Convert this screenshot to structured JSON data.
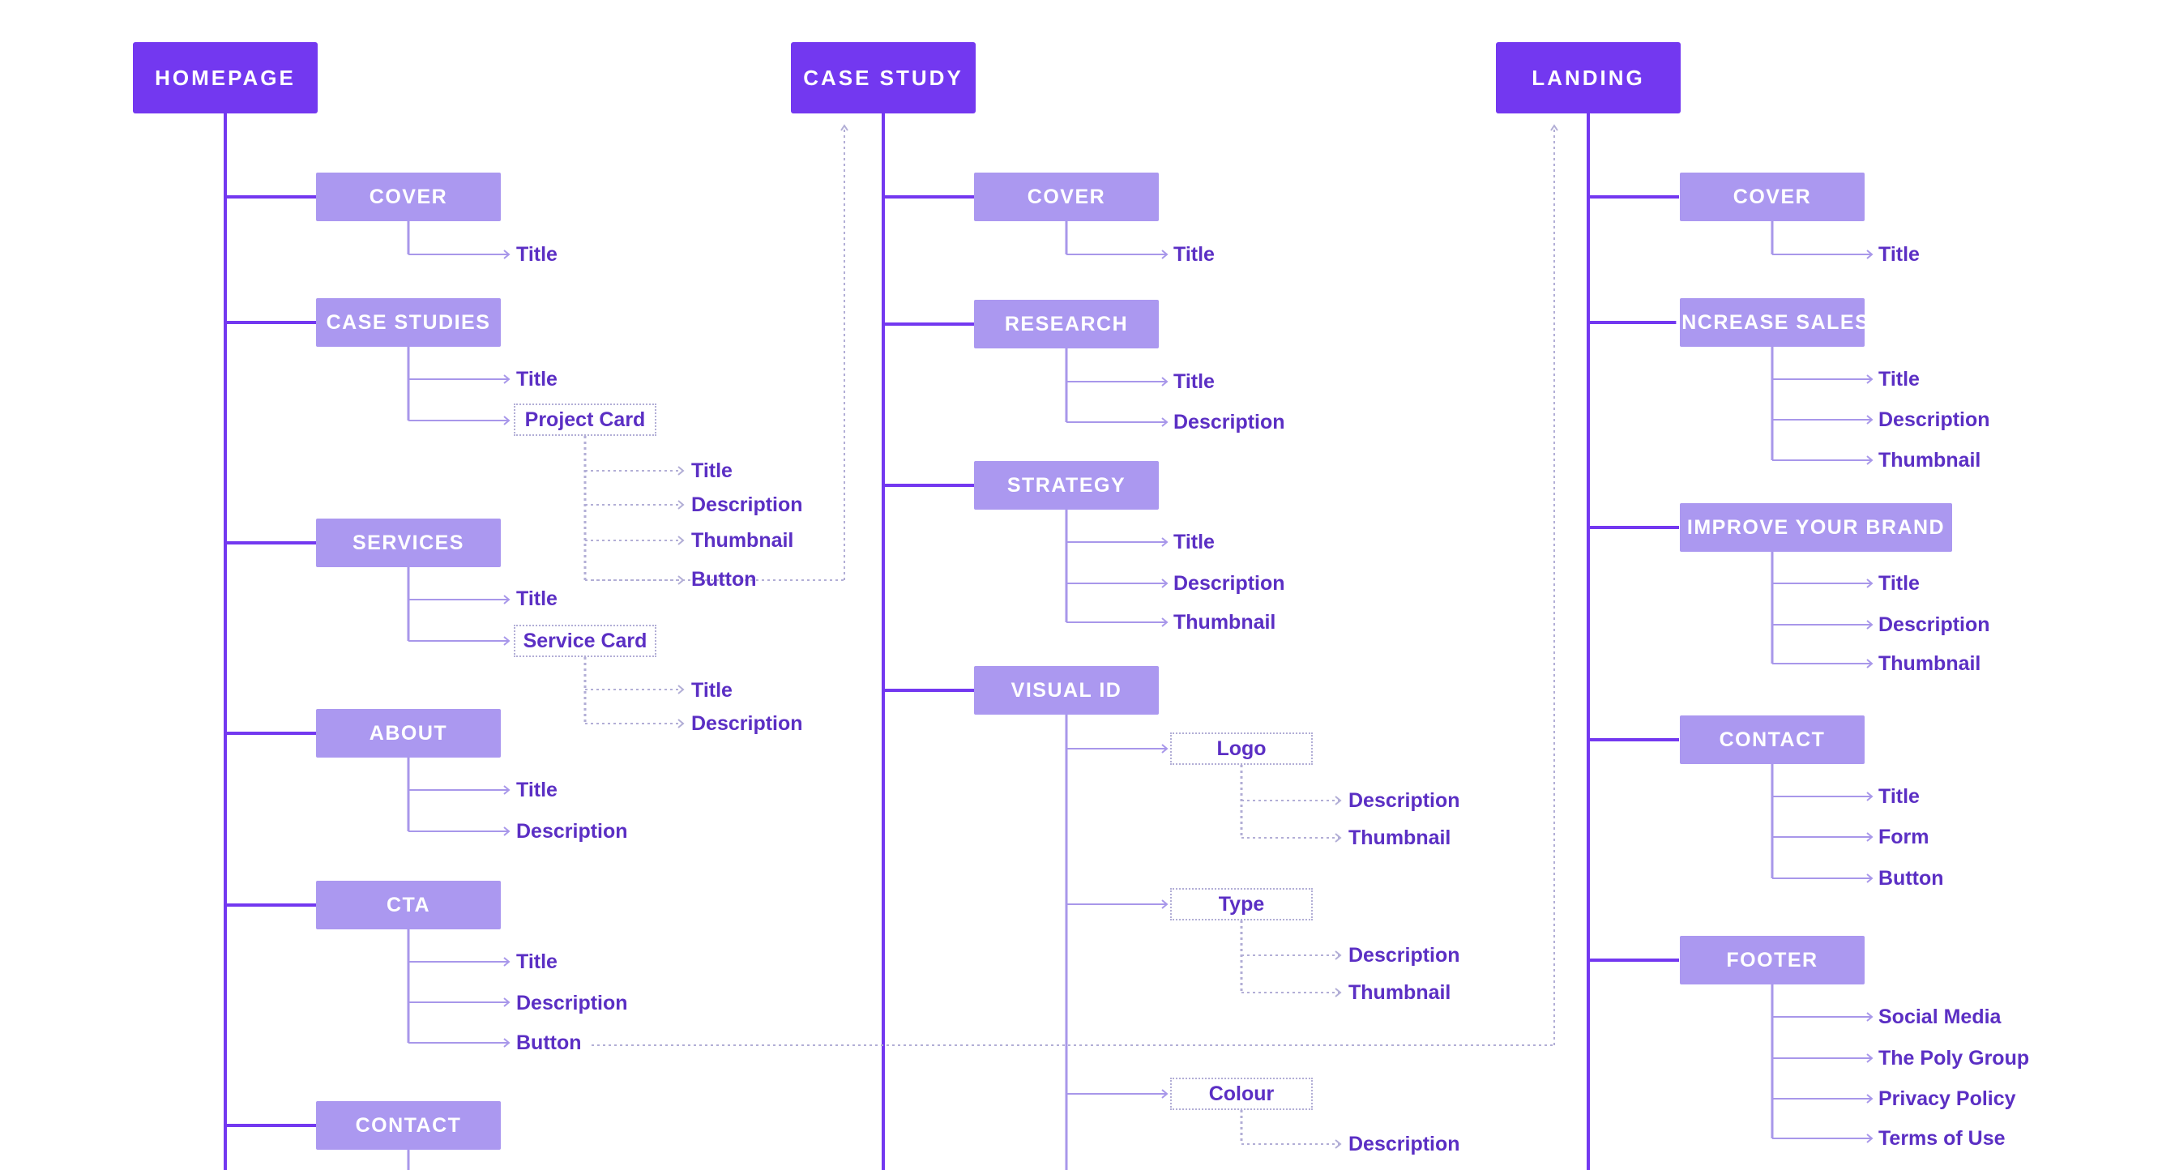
{
  "colors": {
    "root": "#7338f0",
    "section": "#ab98f0",
    "text": "#5b2fc4",
    "line": "#7338f0",
    "connector": "#a897ea",
    "dotted": "#b2aed6"
  },
  "columns": [
    {
      "root": "HOMEPAGE",
      "sections": [
        {
          "label": "COVER",
          "children": [
            "Title"
          ]
        },
        {
          "label": "CASE STUDIES",
          "children": [
            "Title",
            "Project Card"
          ],
          "card_children": [
            "Title",
            "Description",
            "Thumbnail",
            "Button"
          ]
        },
        {
          "label": "SERVICES",
          "children": [
            "Title",
            "Service Card"
          ],
          "card_children": [
            "Title",
            "Description"
          ]
        },
        {
          "label": "ABOUT",
          "children": [
            "Title",
            "Description"
          ]
        },
        {
          "label": "CTA",
          "children": [
            "Title",
            "Description",
            "Button"
          ]
        },
        {
          "label": "CONTACT",
          "children": []
        }
      ]
    },
    {
      "root": "CASE STUDY",
      "sections": [
        {
          "label": "COVER",
          "children": [
            "Title"
          ]
        },
        {
          "label": "RESEARCH",
          "children": [
            "Title",
            "Description"
          ]
        },
        {
          "label": "STRATEGY",
          "children": [
            "Title",
            "Description",
            "Thumbnail"
          ]
        },
        {
          "label": "VISUAL ID",
          "groups": [
            {
              "label": "Logo",
              "children": [
                "Description",
                "Thumbnail"
              ]
            },
            {
              "label": "Type",
              "children": [
                "Description",
                "Thumbnail"
              ]
            },
            {
              "label": "Colour",
              "children": [
                "Description"
              ]
            }
          ]
        }
      ]
    },
    {
      "root": "LANDING",
      "sections": [
        {
          "label": "COVER",
          "children": [
            "Title"
          ]
        },
        {
          "label": "INCREASE SALES",
          "children": [
            "Title",
            "Description",
            "Thumbnail"
          ]
        },
        {
          "label": "IMPROVE YOUR BRAND",
          "children": [
            "Title",
            "Description",
            "Thumbnail"
          ]
        },
        {
          "label": "CONTACT",
          "children": [
            "Title",
            "Form",
            "Button"
          ]
        },
        {
          "label": "FOOTER",
          "children": [
            "Social Media",
            "The Poly Group",
            "Privacy Policy",
            "Terms of Use"
          ]
        }
      ]
    }
  ]
}
